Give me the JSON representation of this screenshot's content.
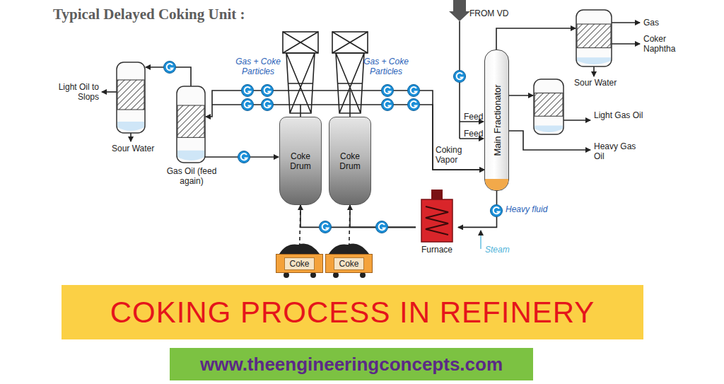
{
  "diagram": {
    "title": "Typical Delayed Coking Unit :",
    "nodes": [
      {
        "text": [
          "Coke Drum"
        ]
      },
      {
        "text": [
          "Coke Drum"
        ]
      },
      {
        "text": [
          "Main Fractionator"
        ]
      },
      {
        "text": [
          "Furnace"
        ]
      },
      {
        "text": [
          "Coke"
        ]
      },
      {
        "text": [
          "Coke"
        ]
      },
      {
        "text": [
          "COKING PROCESS IN REFINERY"
        ]
      },
      {
        "text": [
          "www.theengineeringconcepts.com"
        ]
      }
    ],
    "edges": [
      {
        "from": 2,
        "to": 3,
        "arrow": "to",
        "label": "Heavy fluid"
      },
      {
        "from": 3,
        "to": 0,
        "arrow": "to"
      },
      {
        "from": 3,
        "to": 1,
        "arrow": "to"
      },
      {
        "from": 0,
        "to": 4,
        "arrow": "to"
      },
      {
        "from": 1,
        "to": 5,
        "arrow": "to"
      },
      {
        "from": 0,
        "to": 2,
        "arrow": "to"
      },
      {
        "from": 1,
        "to": 2,
        "arrow": "to",
        "label": "Coking Vapor"
      }
    ],
    "labels": [
      "Gas + Coke Particles",
      "Gas + Coke Particles",
      "Light Oil to Slops",
      "Sour Water",
      "Gas Oil (feed again)",
      "FROM VD",
      "Feed",
      "Feed",
      "Gas",
      "Coker Naphtha",
      "Sour Water",
      "Light Gas Oil",
      "Heavy Gas Oil",
      "Steam"
    ]
  }
}
